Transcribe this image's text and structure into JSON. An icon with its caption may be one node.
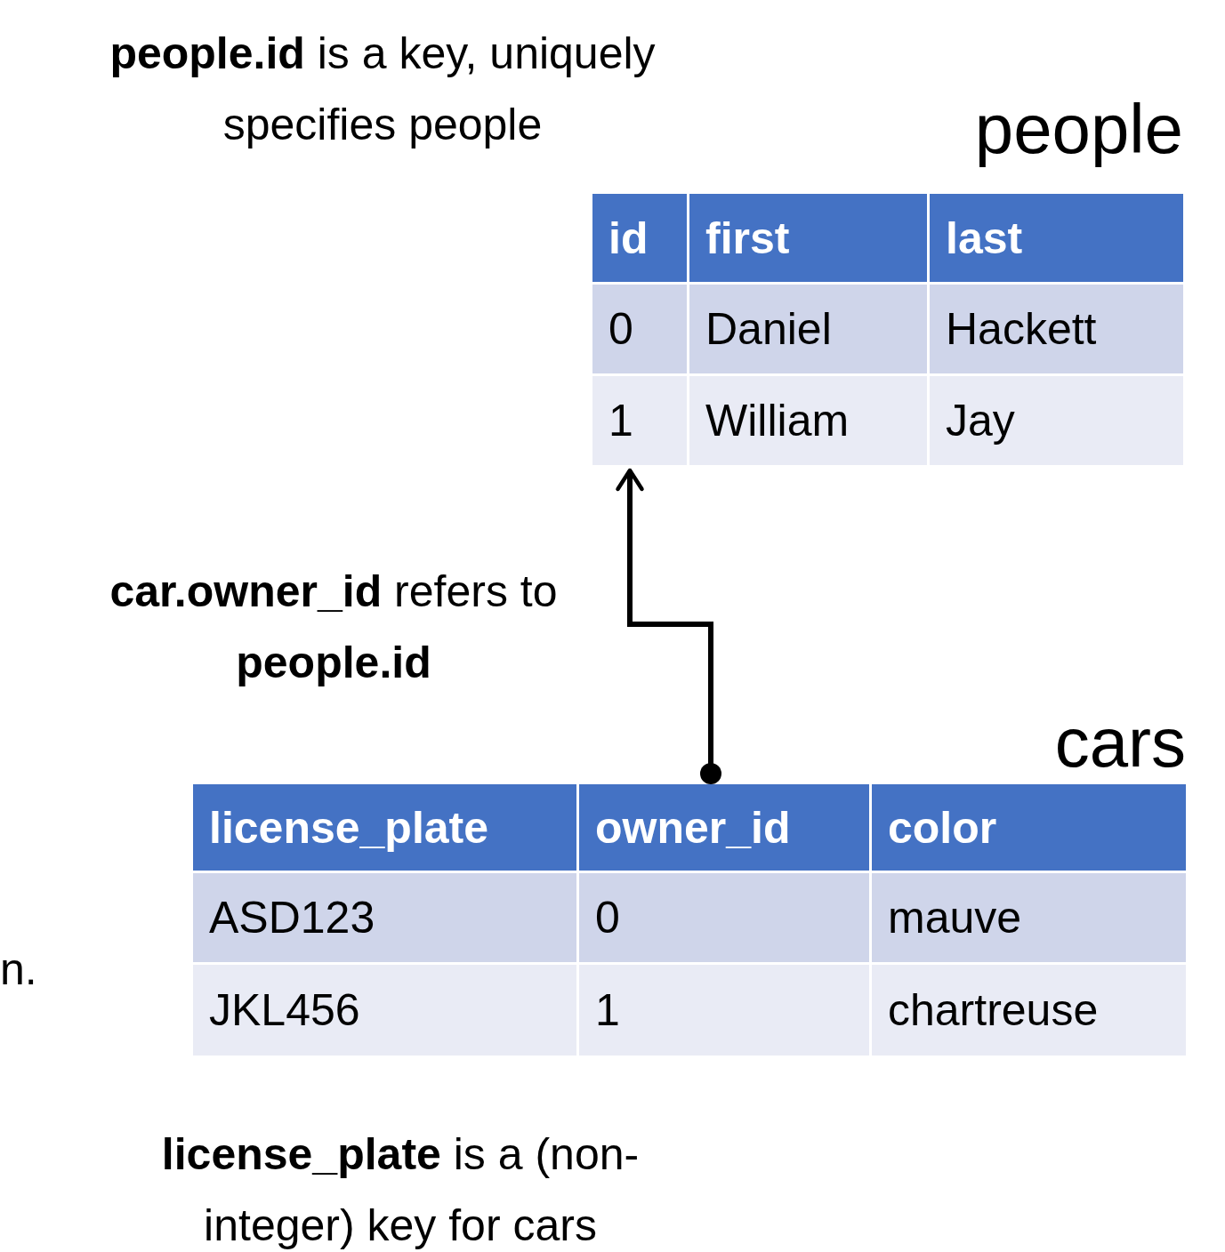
{
  "diagram": {
    "nodes": [
      {
        "text": [
          "people"
        ]
      },
      {
        "text": [
          "id"
        ],
        "in": 0
      },
      {
        "text": [
          "first"
        ],
        "in": 0
      },
      {
        "text": [
          "last"
        ],
        "in": 0
      },
      {
        "text": [
          "0"
        ],
        "in": 0
      },
      {
        "text": [
          "Daniel"
        ],
        "in": 0
      },
      {
        "text": [
          "Hackett"
        ],
        "in": 0
      },
      {
        "text": [
          "1"
        ],
        "in": 0
      },
      {
        "text": [
          "William"
        ],
        "in": 0
      },
      {
        "text": [
          "Jay"
        ],
        "in": 0
      },
      {
        "text": [
          "cars"
        ]
      },
      {
        "text": [
          "license_plate"
        ],
        "in": 10
      },
      {
        "text": [
          "owner_id"
        ],
        "in": 10
      },
      {
        "text": [
          "color"
        ],
        "in": 10
      },
      {
        "text": [
          "ASD123"
        ],
        "in": 10
      },
      {
        "text": [
          "0"
        ],
        "in": 10
      },
      {
        "text": [
          "mauve"
        ],
        "in": 10
      },
      {
        "text": [
          "JKL456"
        ],
        "in": 10
      },
      {
        "text": [
          "1"
        ],
        "in": 10
      },
      {
        "text": [
          "chartreuse"
        ],
        "in": 10
      }
    ],
    "edges": [
      {
        "from": 12,
        "to": 7,
        "arrow": "to"
      }
    ],
    "labels": [
      "**people.id** is a key, uniquely specifies people",
      "**car.owner_id** refers to **people.id**",
      "n.",
      "**license_plate** is a (non-integer) key for cars"
    ]
  }
}
